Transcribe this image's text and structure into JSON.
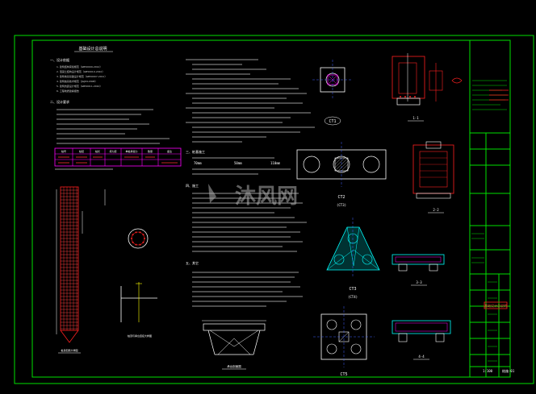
{
  "drawing": {
    "title": "基础设计总说明",
    "watermark": "沐风网",
    "notes_left": {
      "heading_1": "一、设计依据",
      "heading_2": "二、设计要求",
      "item_lines": [
        "1. 建筑结构荷载规范（GB50009-2012）",
        "2. 混凝土结构设计规范（GB50010-2010）",
        "3. 建筑地基基础设计规范（GB50007-2011）",
        "4. 建筑桩基技术规范（JGJ94-2008）",
        "5. 建筑抗震设计规范（GB50011-2010）",
        "6. 工程地质勘察报告"
      ]
    },
    "notes_right": {
      "heading_3": "三、桩基施工",
      "heading_4": "四、施工",
      "heading_5": "五、其它"
    },
    "table_headers": [
      "桩号",
      "桩径",
      "桩长",
      "持力层",
      "单桩承载力",
      "数量",
      "备注"
    ],
    "pile_detail_label": "桩身配筋大样图",
    "pile_head_label": "桩顶与承台连接大样图",
    "cap_labels": {
      "ct1": "CT1",
      "ct2": "CT2",
      "ct2_sub": "(CT3)",
      "ct3": "CT3",
      "ct3_sub": "(CT4)",
      "ct5": "CT5",
      "s11": "1-1",
      "s22": "2-2",
      "s33": "3-3",
      "s44": "4-4",
      "cap_elevation": "承台剖面图"
    },
    "dim_values": {
      "thk_50": "50mm",
      "thk_70": "70mm",
      "thk_110": "110mm"
    },
    "title_block": {
      "sheet_label": "基础设计总说明",
      "drawing_no": "结施-01",
      "scale": "1:100"
    },
    "colors": {
      "frame": "#00e000",
      "white": "#ffffff",
      "red": "#ff2020",
      "magenta": "#ff00ff",
      "cyan": "#00ffff",
      "yellow": "#ffff00",
      "blue": "#4060ff",
      "gray": "#b0b0b0"
    }
  }
}
